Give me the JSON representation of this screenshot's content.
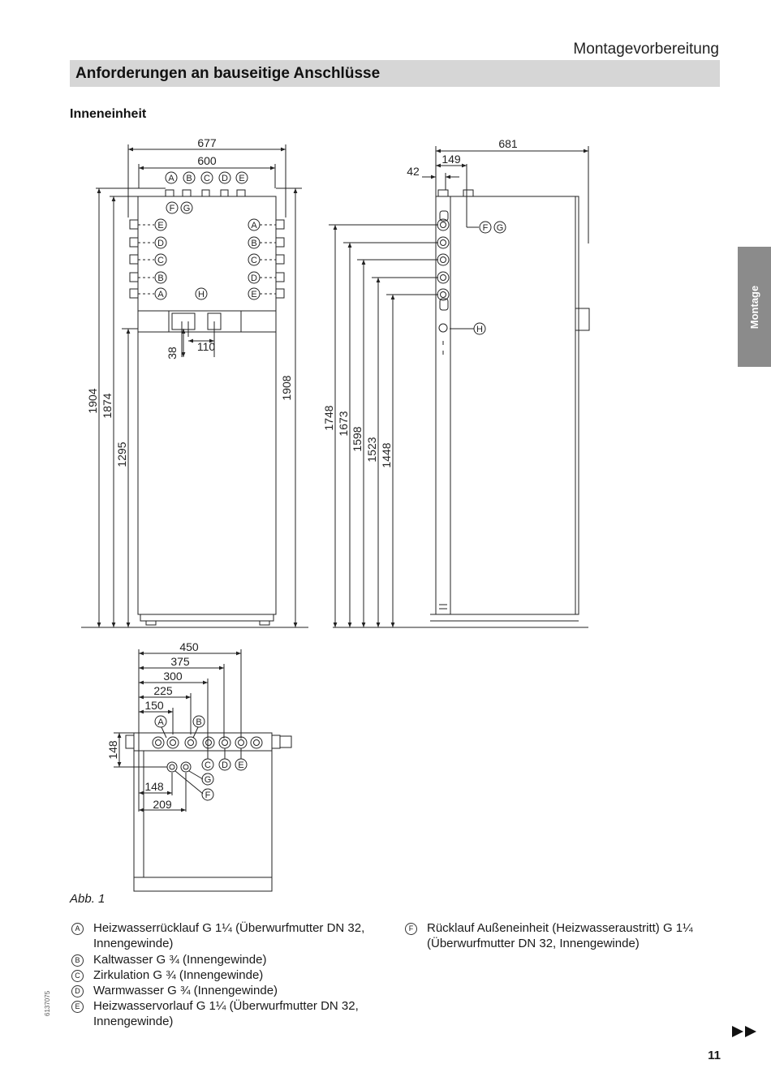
{
  "header": {
    "section": "Montagevorbereitung"
  },
  "title": "Anforderungen an bauseitige Anschlüsse",
  "subtitle": "Inneneinheit",
  "side_tab": "Montage",
  "front_view": {
    "dimensions": {
      "outer_width": "677",
      "inner_width": "600",
      "h1": "1904",
      "h2": "1874",
      "h3": "1295",
      "h_right": "1908",
      "d38": "38",
      "d110": "110"
    },
    "top_labels": [
      "A",
      "B",
      "C",
      "D",
      "E"
    ],
    "fg_labels": [
      "F",
      "G"
    ],
    "left_labels": [
      "E",
      "D",
      "C",
      "B",
      "A"
    ],
    "right_labels": [
      "A",
      "B",
      "C",
      "D",
      "E"
    ],
    "h_label": "H"
  },
  "side_view": {
    "dimensions": {
      "depth": "681",
      "d149": "149",
      "d42": "42",
      "h1748": "1748",
      "h1673": "1673",
      "h1598": "1598",
      "h1523": "1523",
      "h1448": "1448"
    },
    "f_label": "F",
    "g_label": "G",
    "h_label": "H"
  },
  "top_view": {
    "dimensions": {
      "d450": "450",
      "d375": "375",
      "d300": "300",
      "d225": "225",
      "d150": "150",
      "d148_v": "148",
      "d148_h": "148",
      "d209": "209"
    },
    "labels": {
      "a": "A",
      "b": "B",
      "c": "C",
      "d": "D",
      "e": "E",
      "f": "F",
      "g": "G"
    }
  },
  "figure_caption": "Abb. 1",
  "legend": [
    {
      "key": "A",
      "lines": [
        "Heizwasserrücklauf G 1¼ (Überwurfmutter DN 32,",
        "Innengewinde)"
      ]
    },
    {
      "key": "B",
      "lines": [
        "Kaltwasser G ¾ (Innengewinde)"
      ]
    },
    {
      "key": "C",
      "lines": [
        "Zirkulation G ¾ (Innengewinde)"
      ]
    },
    {
      "key": "D",
      "lines": [
        "Warmwasser G ¾ (Innengewinde)"
      ]
    },
    {
      "key": "E",
      "lines": [
        "Heizwasservorlauf G 1¼ (Überwurfmutter DN 32,",
        "Innengewinde)"
      ]
    },
    {
      "key": "F",
      "lines": [
        "Rücklauf Außeneinheit (Heizwasseraustritt) G 1¼",
        "(Überwurfmutter DN 32, Innengewinde)"
      ]
    }
  ],
  "doc_number": "6137075",
  "next_page_symbol": "▶▶",
  "page_number": "11",
  "colors": {
    "title_bar": "#d6d6d6",
    "side_tab": "#8b8b8b",
    "line": "#222222"
  }
}
